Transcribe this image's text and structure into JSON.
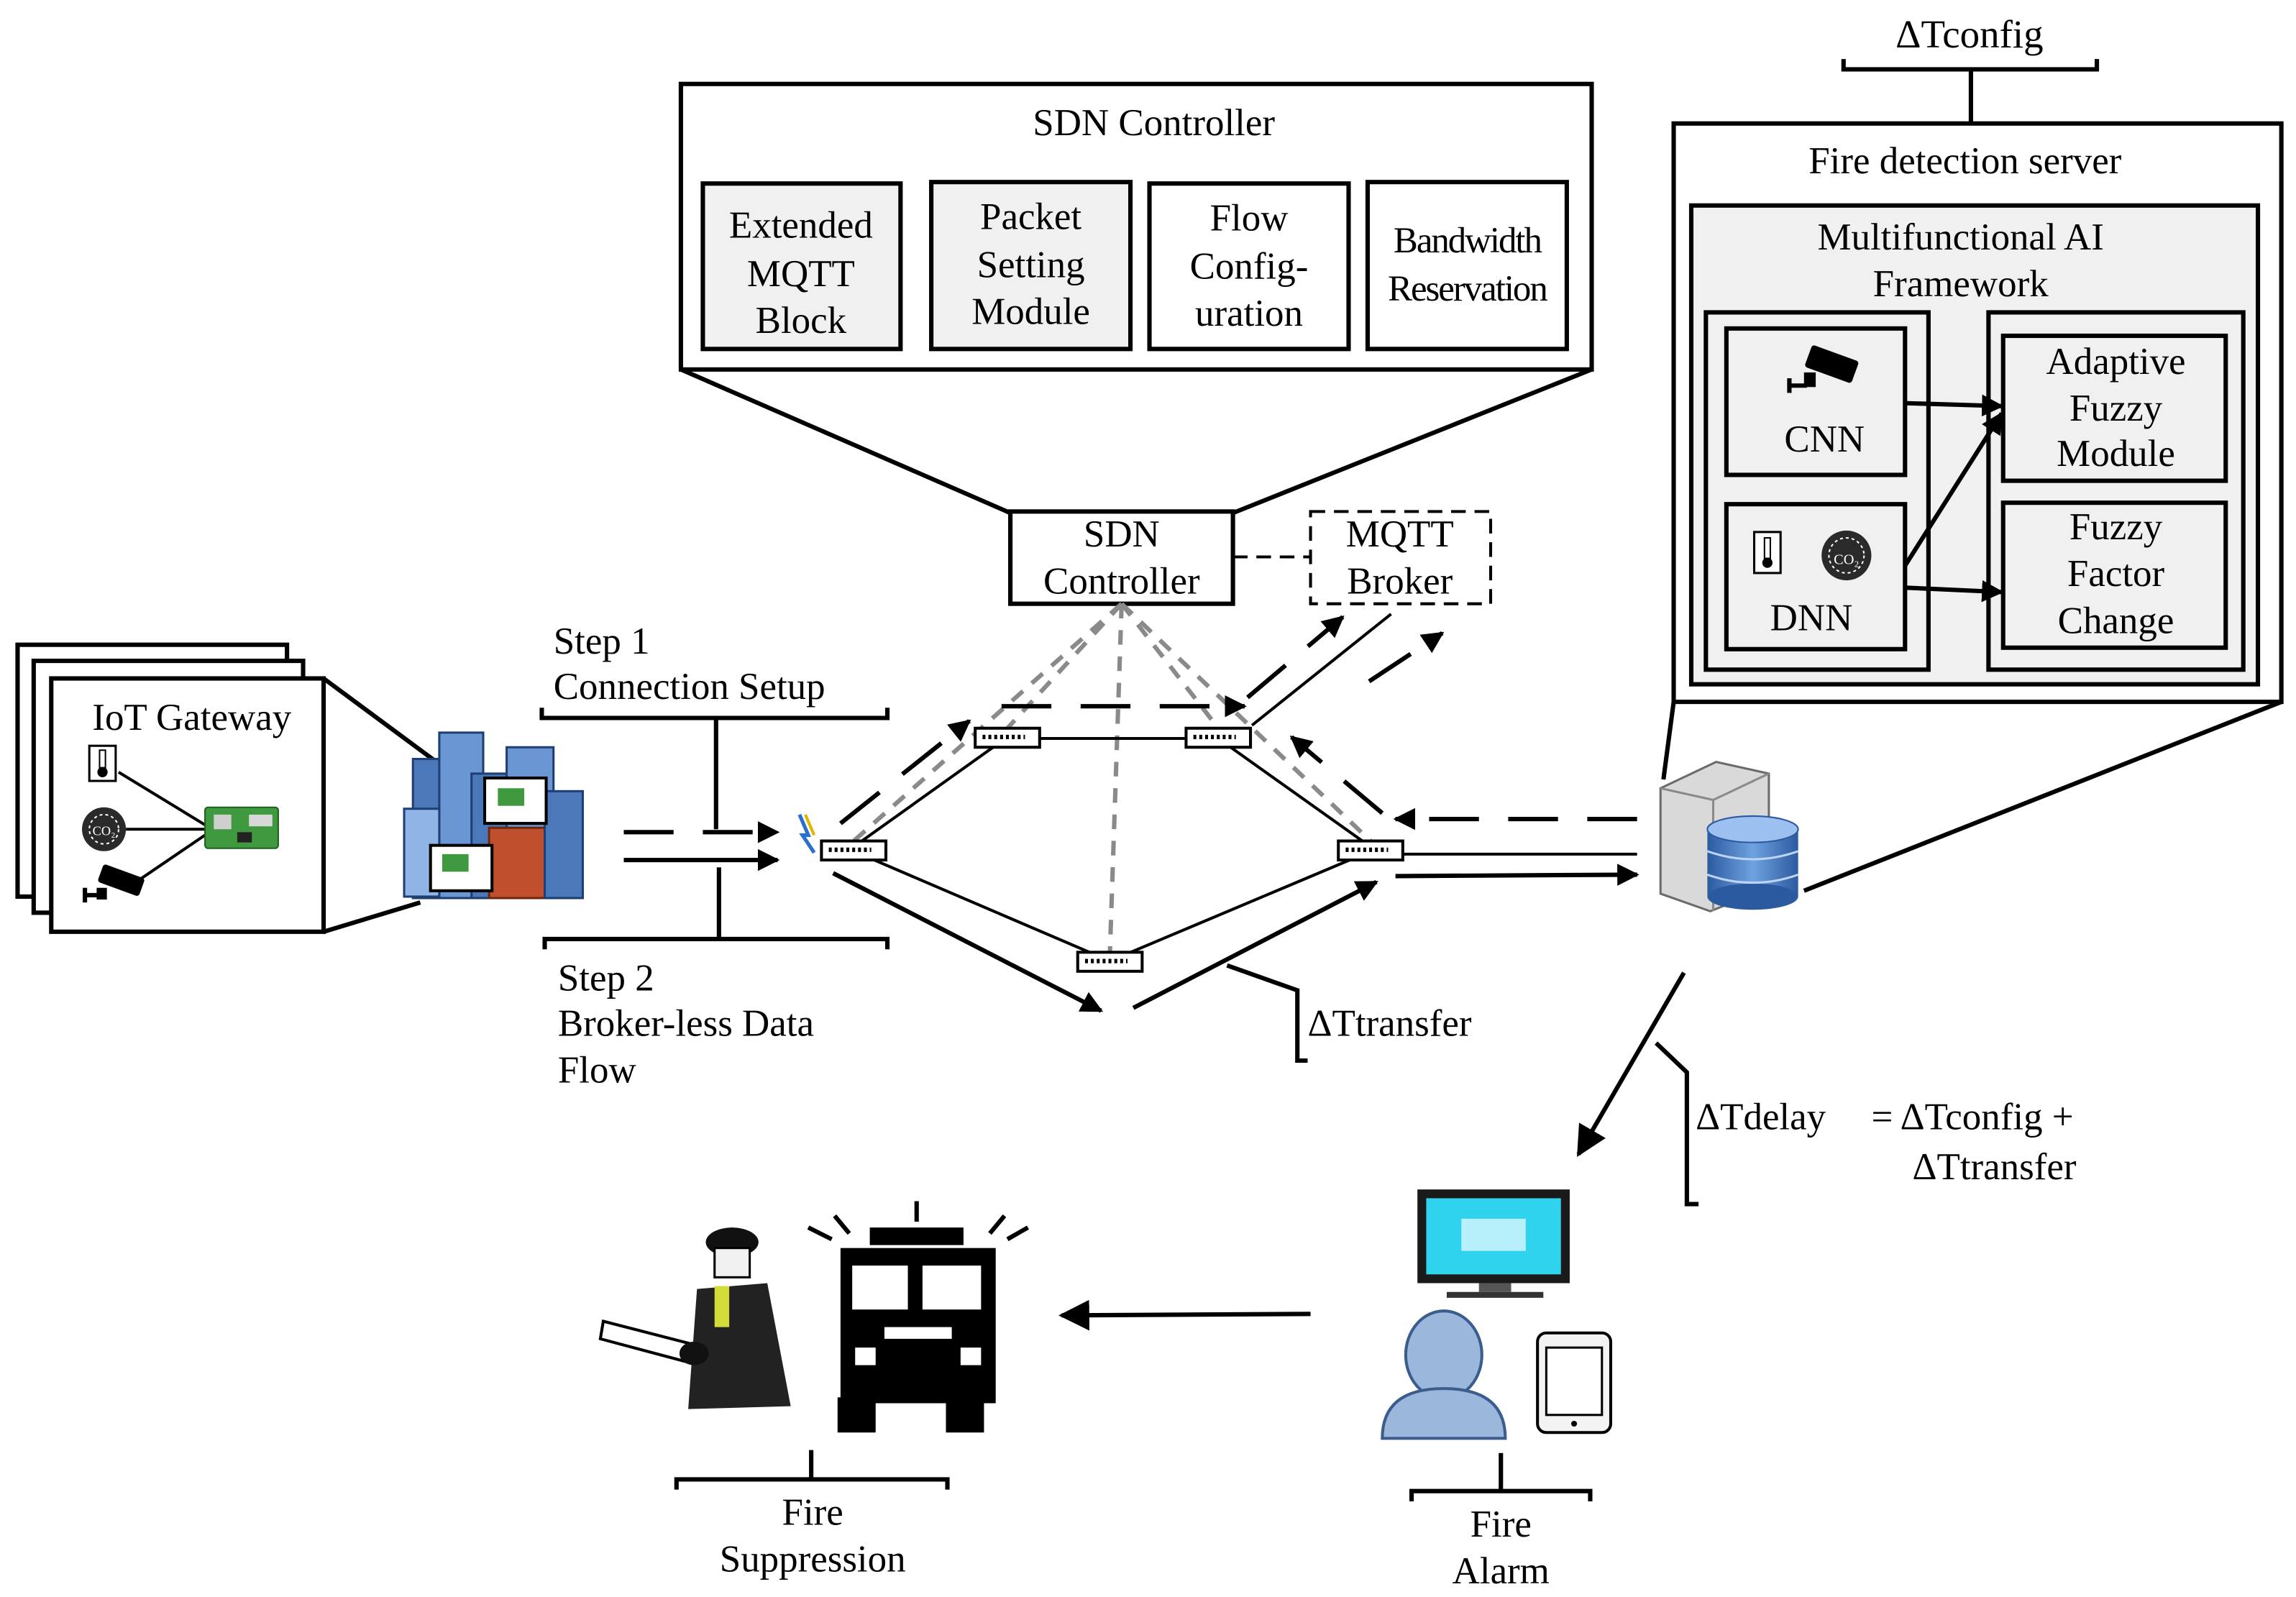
{
  "top_timing": {
    "label": "ΔTconfig"
  },
  "sdn_panel": {
    "title": "SDN Controller",
    "modules": [
      {
        "lines": [
          "Extended",
          "MQTT",
          "Block"
        ]
      },
      {
        "lines": [
          "Packet",
          "Setting",
          "Module"
        ]
      },
      {
        "lines": [
          "Flow",
          "Config-",
          "uration"
        ]
      },
      {
        "lines": [
          "Bandwidth",
          "Reservation"
        ]
      }
    ]
  },
  "fire_server": {
    "title": "Fire detection server",
    "framework": {
      "lines": [
        "Multifunctional AI",
        "Framework"
      ]
    },
    "cnn_label": "CNN",
    "dnn_label": "DNN",
    "adaptive": {
      "lines": [
        "Adaptive",
        "Fuzzy",
        "Module"
      ]
    },
    "fuzzy_factor": {
      "lines": [
        "Fuzzy",
        "Factor",
        "Change"
      ]
    }
  },
  "network": {
    "controller": {
      "lines": [
        "SDN",
        "Controller"
      ]
    },
    "broker": {
      "lines": [
        "MQTT",
        "Broker"
      ]
    }
  },
  "gateway": {
    "title": "IoT Gateway"
  },
  "steps": {
    "step1": {
      "lines": [
        "Step 1",
        "Connection Setup"
      ]
    },
    "step2": {
      "lines": [
        "Step 2",
        "Broker-less Data",
        "Flow"
      ]
    }
  },
  "timing": {
    "transfer": "ΔTtransfer",
    "delay": {
      "lhs": "ΔTdelay",
      "rhs1": "= ΔTconfig +",
      "rhs2": "ΔTtransfer"
    }
  },
  "endpoints": {
    "suppression": {
      "lines": [
        "Fire",
        "Suppression"
      ]
    },
    "alarm": {
      "lines": [
        "Fire",
        "Alarm"
      ]
    }
  },
  "icons": {
    "co2_label": "CO₂"
  },
  "colors": {
    "module_fill": "#f0f0f0",
    "monitor_screen": "#2fd3ee",
    "user_figure": "#9bb7db",
    "database": "#3d74c4",
    "building_blue": "#4a78b8",
    "building_red": "#c0502d",
    "board_green": "#3f9a3f"
  }
}
